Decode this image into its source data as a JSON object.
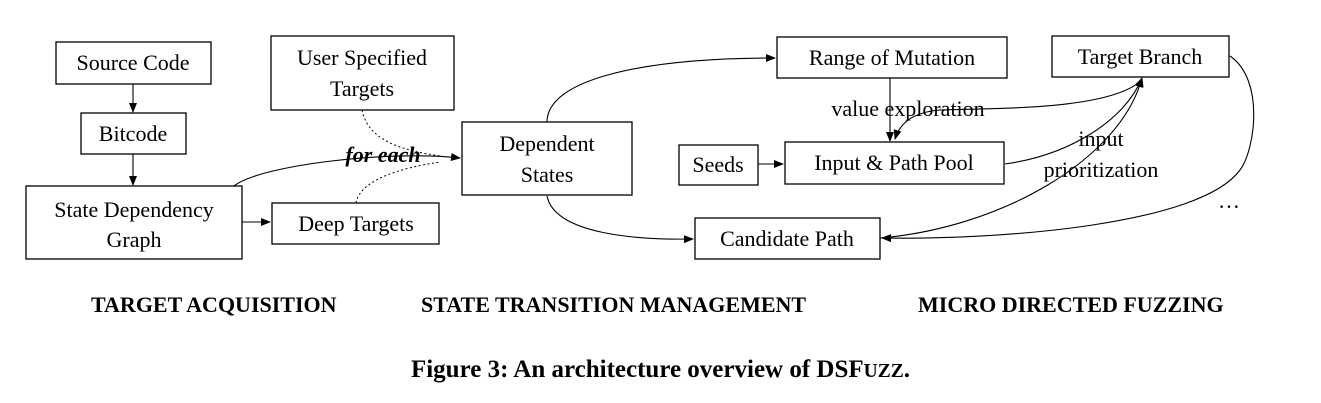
{
  "nodes": {
    "source_code": "Source Code",
    "bitcode": "Bitcode",
    "sdg_line1": "State Dependency",
    "sdg_line2": "Graph",
    "user_targets_line1": "User Specified",
    "user_targets_line2": "Targets",
    "deep_targets": "Deep Targets",
    "dependent_states_line1": "Dependent",
    "dependent_states_line2": "States",
    "range_of_mutation": "Range of Mutation",
    "target_branch": "Target Branch",
    "seeds": "Seeds",
    "input_path_pool": "Input & Path Pool",
    "candidate_path": "Candidate Path"
  },
  "edge_labels": {
    "for_each": "for each",
    "value_exploration": "value exploration",
    "input_prioritization_line1": "input",
    "input_prioritization_line2": "prioritization",
    "ellipsis": "…"
  },
  "sections": {
    "target_acquisition": "TARGET ACQUISITION",
    "state_transition": "STATE TRANSITION MANAGEMENT",
    "micro_directed": "MICRO DIRECTED FUZZING"
  },
  "caption": {
    "prefix": "Figure 3: An architecture overview of DSF",
    "small_caps": "UZZ",
    "suffix": "."
  }
}
